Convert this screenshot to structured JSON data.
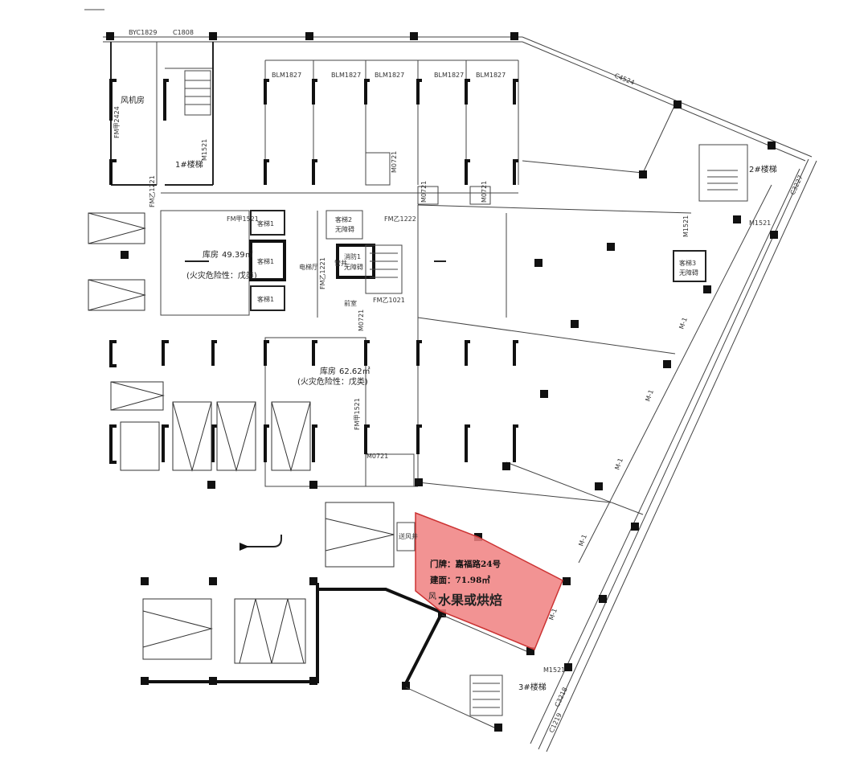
{
  "plan": {
    "rooms": {
      "fan_room": "风机房",
      "stair1": "1#楼梯",
      "stair2": "2#楼梯",
      "stair3": "3#楼梯",
      "storage1_name": "库房",
      "storage1_area": "49.39㎡",
      "storage1_hazard": "(火灾危险性：戊类)",
      "storage2_name": "库房",
      "storage2_area": "62.62㎡",
      "storage2_hazard": "(火灾危险性：戊类)",
      "elevator_hall": "电梯厅",
      "front_room": "前室",
      "air_shaft": "送风井",
      "wind": "风",
      "pipe_well": "管井"
    },
    "elevators": {
      "e1": "客梯1",
      "e2": "客梯2",
      "e3": "客梯1",
      "e4": "客梯1",
      "cargo2": "客梯2",
      "cargo2_sub": "无障碍",
      "fire1": "消防1",
      "fire1_sub": "无障碍",
      "cargo3": "客梯3",
      "cargo3_sub": "无障碍"
    },
    "door_codes": {
      "byc": "BYC1829",
      "c1808": "C1808",
      "blm": [
        "BLM1827",
        "BLM1827",
        "BLM1827",
        "BLM1827",
        "BLM1827"
      ],
      "fm2424": "FM甲2424",
      "m1521a": "M1521",
      "fm1221": "FM乙1221",
      "fm1521a": "FM甲1521",
      "fm1222": "FM乙1222",
      "fm1221b": "FM乙1221",
      "fm1021": "FM乙1021",
      "m0721a": "M0721",
      "m0721b": "M0721",
      "m0721c": "M0721",
      "m0721d": "M0721",
      "fm1521b": "FM甲1521",
      "m0721e": "M0721",
      "m1521b": "M1521",
      "m1521c": "M1521",
      "m1521d": "M1521",
      "c4524": "C4524",
      "c3227": "C3227",
      "c3218": "C3218",
      "c1219": "C1219",
      "m1a": "M-1",
      "m1b": "M-1",
      "m1c": "M-1",
      "m1d": "M-1",
      "m1e": "M-1"
    },
    "highlight": {
      "plate": "门牌：嘉福路24号",
      "area": "建面：71.98㎡",
      "use": "水果或烘焙",
      "fill_color": "#f08080"
    }
  }
}
